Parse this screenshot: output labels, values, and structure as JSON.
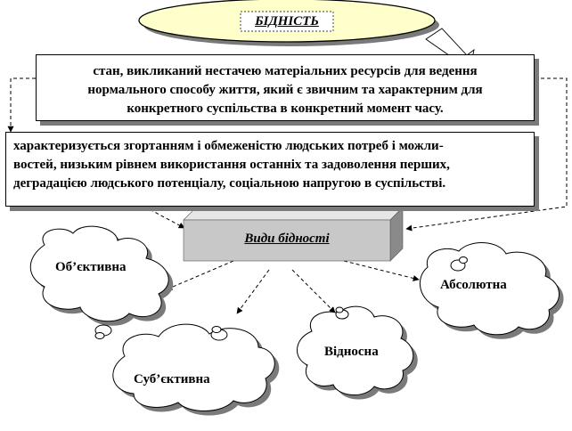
{
  "title": "БІДНІСТЬ",
  "definition": {
    "lines": [
      "стан, викликаний нестачею матеріальних ресурсів для ведення",
      "нормального способу життя, який є звичним та характерним для",
      "конкретного суспільства в конкретний момент часу."
    ]
  },
  "characteristics": {
    "lines": [
      "характеризується згортанням і обмеженістю людських потреб і можли-",
      "востей, низьким рівнем використання останніх та задоволення перших,",
      "деградацією людського потенціалу, соціальною напругою в суспільстві."
    ]
  },
  "types_header": "Види бідності",
  "types": {
    "objective": "Об’єктивна",
    "subjective": "Суб’єктивна",
    "relative": "Відносна",
    "absolute": "Абсолютна"
  },
  "colors": {
    "title_fill": "#ffffcc",
    "header_face": "#c8c8c8",
    "shadow": "#7a7a7a",
    "stroke": "#000000"
  }
}
